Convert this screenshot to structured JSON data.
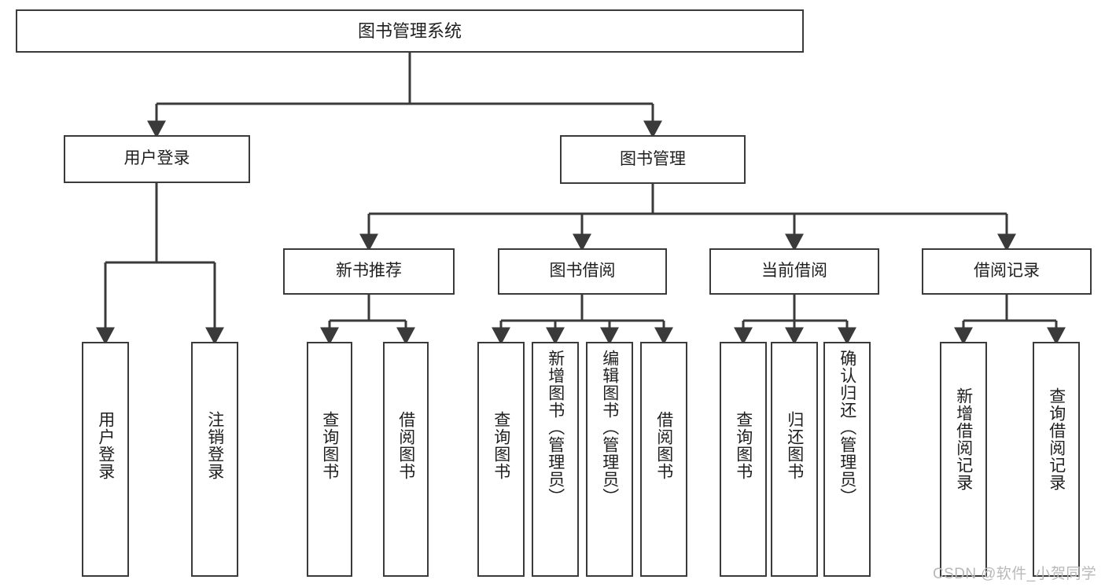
{
  "diagram": {
    "title": "图书管理系统",
    "type": "tree-hierarchy",
    "root": {
      "label": "图书管理系统"
    },
    "level1": [
      {
        "label": "用户登录"
      },
      {
        "label": "图书管理"
      }
    ],
    "level2": [
      {
        "label": "新书推荐"
      },
      {
        "label": "图书借阅"
      },
      {
        "label": "当前借阅"
      },
      {
        "label": "借阅记录"
      }
    ],
    "leaves": {
      "user_login": [
        {
          "label": "用户登录"
        },
        {
          "label": "注销登录"
        }
      ],
      "new_book_recommend": [
        {
          "label": "查询图书"
        },
        {
          "label": "借阅图书"
        }
      ],
      "book_borrow": [
        {
          "label": "查询图书"
        },
        {
          "label": "新增图书（管理员）"
        },
        {
          "label": "编辑图书（管理员）"
        },
        {
          "label": "借阅图书"
        }
      ],
      "current_borrow": [
        {
          "label": "查询图书"
        },
        {
          "label": "归还图书"
        },
        {
          "label": "确认归还（管理员）"
        }
      ],
      "borrow_record": [
        {
          "label": "新增借阅记录"
        },
        {
          "label": "查询借阅记录"
        }
      ]
    }
  },
  "watermark": {
    "text": "CSDN @软件_小贺同学"
  },
  "colors": {
    "stroke": "#3a3a3a",
    "background": "#ffffff",
    "text": "#1f1f1f",
    "watermark": "#b9b9b9"
  }
}
